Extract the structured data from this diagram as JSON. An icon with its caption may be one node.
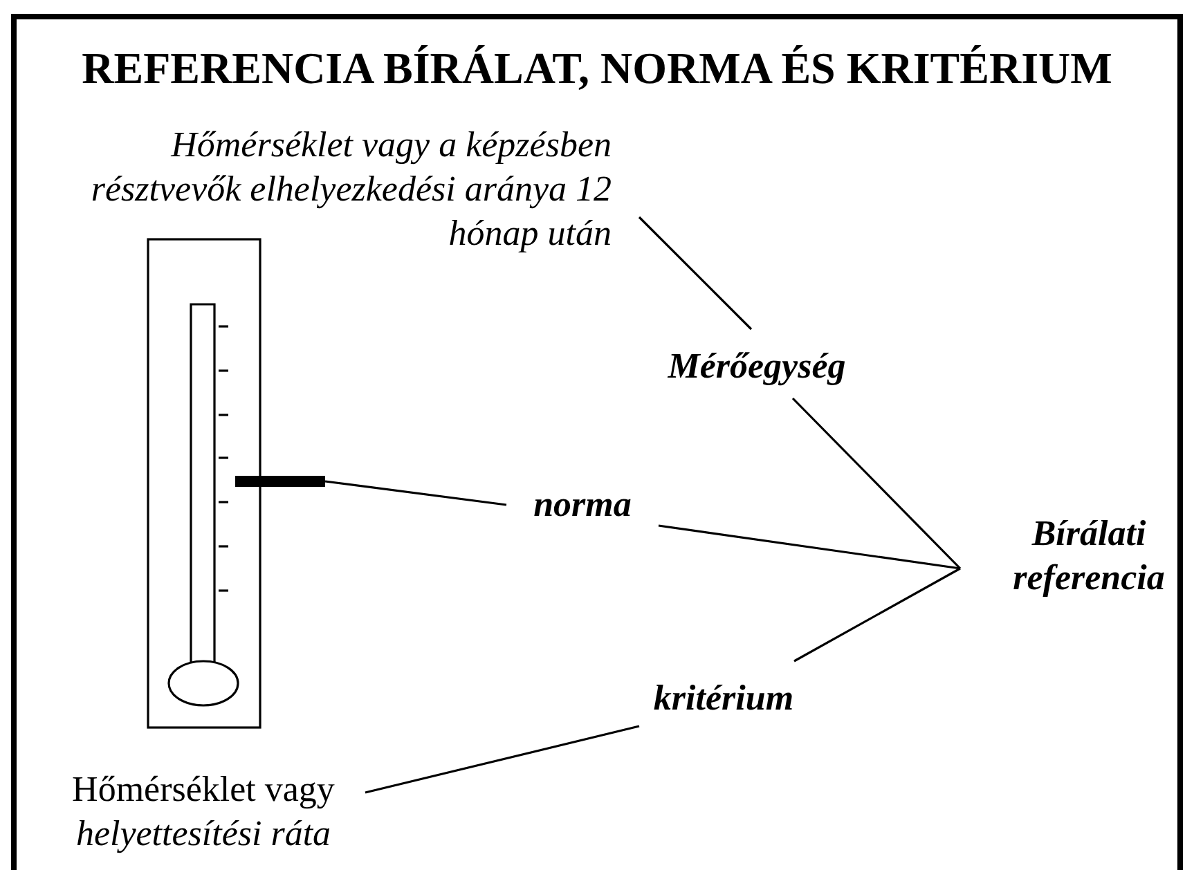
{
  "diagram": {
    "title": "REFERENCIA BÍRÁLAT, NORMA ÉS KRITÉRIUM",
    "nodes": [
      {
        "text": [
          "Hőmérséklet vagy a képzésben résztvevők elhelyezkedési aránya 12 hónap után"
        ]
      },
      {
        "text": [],
        "shape": "bar"
      },
      {
        "text": [
          "Mérőegység"
        ]
      },
      {
        "text": [
          "norma"
        ]
      },
      {
        "text": [
          "Bírálati referencia"
        ]
      },
      {
        "text": [
          "kritérium"
        ]
      },
      {
        "text": [
          "Hőmérséklet vagy *helyettesítési ráta*"
        ]
      }
    ],
    "edges": [
      {
        "from": 0,
        "to": 2,
        "arrow": "none"
      },
      {
        "from": 2,
        "to": 4,
        "arrow": "none"
      },
      {
        "from": 1,
        "to": 3,
        "arrow": "none"
      },
      {
        "from": 3,
        "to": 4,
        "arrow": "none"
      },
      {
        "from": 5,
        "to": 4,
        "arrow": "none"
      },
      {
        "from": 6,
        "to": 5,
        "arrow": "none"
      }
    ]
  }
}
